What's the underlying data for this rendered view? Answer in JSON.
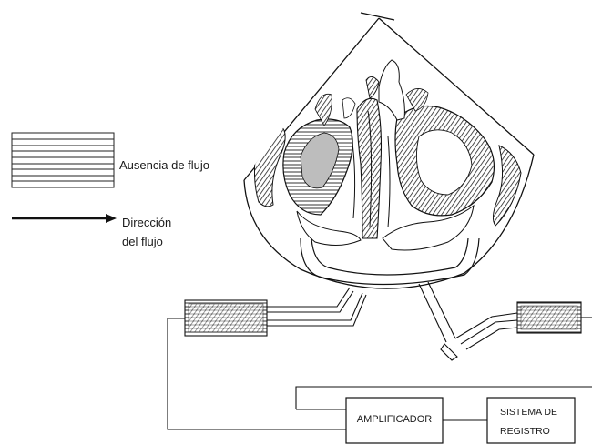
{
  "legend": {
    "no_flow_label": "Ausencia de flujo",
    "direction_label_line1": "Dirección",
    "direction_label_line2": "del flujo"
  },
  "boxes": {
    "amplifier_label": "AMPLIFICADOR",
    "recording_label_line1": "SISTEMA DE",
    "recording_label_line2": "REGISTRO"
  },
  "colors": {
    "ink": "#1a1a1a",
    "hatch_fill": "#9a9a9a",
    "background": "#ffffff"
  }
}
